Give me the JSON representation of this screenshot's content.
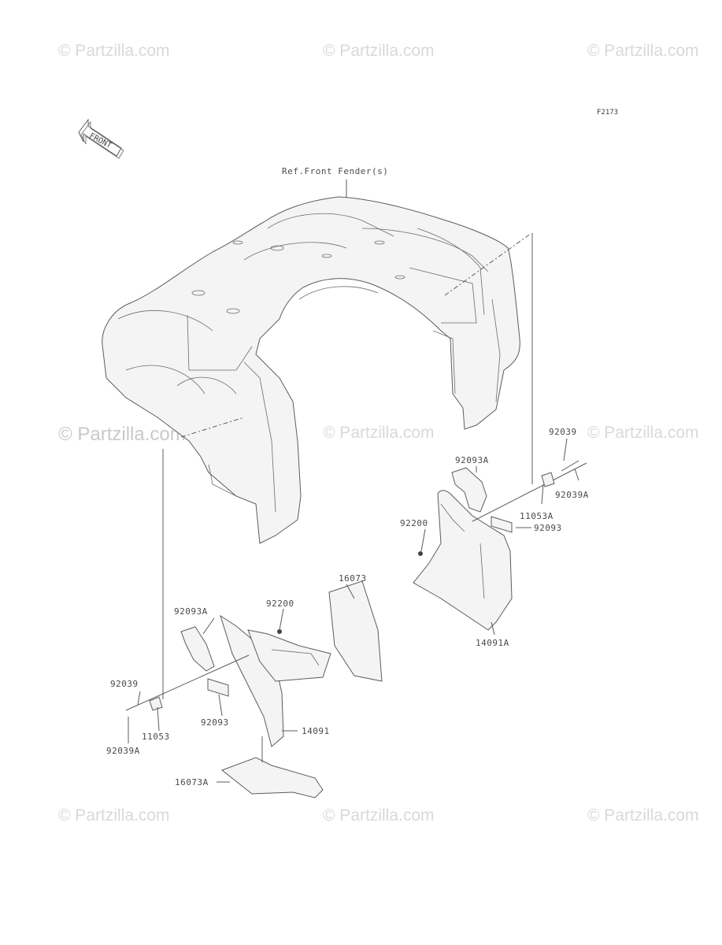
{
  "watermark": "© Partzilla.com",
  "figure_code": "F2173",
  "front_arrow_text": "FRONT",
  "ref_label": "Ref.Front Fender(s)",
  "parts": {
    "p92039_right": "92039",
    "p92093A_right": "92093A",
    "p92039A_right": "92039A",
    "p11053A": "11053A",
    "p92200_right": "92200",
    "p92093_right": "92093",
    "p14091A": "14091A",
    "p16073": "16073",
    "p92093A_left": "92093A",
    "p92200_left": "92200",
    "p92039_left": "92039",
    "p11053": "11053",
    "p92093_left": "92093",
    "p14091": "14091",
    "p92039A_left": "92039A",
    "p16073A": "16073A"
  }
}
